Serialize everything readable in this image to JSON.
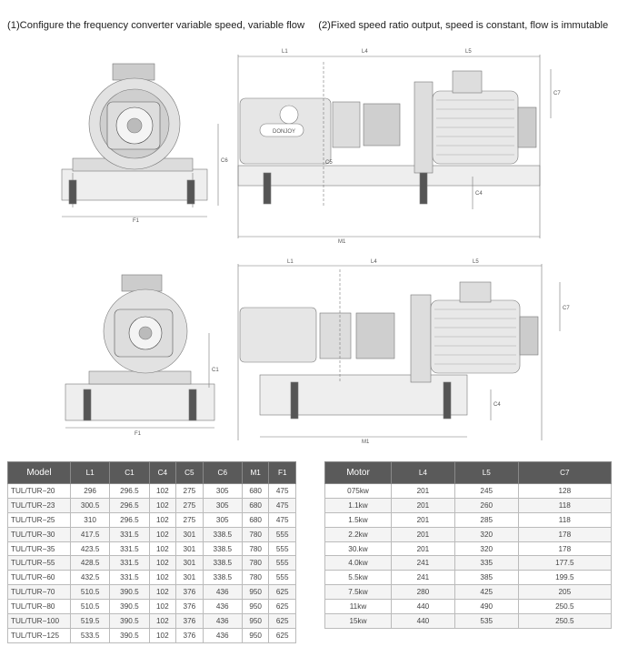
{
  "captions": [
    "(1)Configure the frequency converter variable speed, variable flow",
    "(2)Fixed speed ratio output, speed is constant, flow is immutable"
  ],
  "drawing_top": {
    "dims": {
      "L1": "L1",
      "L4": "L4",
      "L5": "L5",
      "C7": "C7",
      "C6": "C6",
      "C5": "C5",
      "C4": "C4",
      "F1": "F1",
      "M1": "M1"
    },
    "brand": "DONJOY"
  },
  "drawing_bottom": {
    "dims": {
      "L1": "L1",
      "L4": "L4",
      "L5": "L5",
      "C7": "C7",
      "C1": "C1",
      "C4": "C4",
      "F1": "F1",
      "M1": "M1"
    }
  },
  "model_table": {
    "headers": [
      "Model",
      "L1",
      "C1",
      "C4",
      "C5",
      "C6",
      "M1",
      "F1"
    ],
    "rows": [
      [
        "TUL/TUR−20",
        "296",
        "296.5",
        "102",
        "275",
        "305",
        "680",
        "475"
      ],
      [
        "TUL/TUR−23",
        "300.5",
        "296.5",
        "102",
        "275",
        "305",
        "680",
        "475"
      ],
      [
        "TUL/TUR−25",
        "310",
        "296.5",
        "102",
        "275",
        "305",
        "680",
        "475"
      ],
      [
        "TUL/TUR−30",
        "417.5",
        "331.5",
        "102",
        "301",
        "338.5",
        "780",
        "555"
      ],
      [
        "TUL/TUR−35",
        "423.5",
        "331.5",
        "102",
        "301",
        "338.5",
        "780",
        "555"
      ],
      [
        "TUL/TUR−55",
        "428.5",
        "331.5",
        "102",
        "301",
        "338.5",
        "780",
        "555"
      ],
      [
        "TUL/TUR−60",
        "432.5",
        "331.5",
        "102",
        "301",
        "338.5",
        "780",
        "555"
      ],
      [
        "TUL/TUR−70",
        "510.5",
        "390.5",
        "102",
        "376",
        "436",
        "950",
        "625"
      ],
      [
        "TUL/TUR−80",
        "510.5",
        "390.5",
        "102",
        "376",
        "436",
        "950",
        "625"
      ],
      [
        "TUL/TUR−100",
        "519.5",
        "390.5",
        "102",
        "376",
        "436",
        "950",
        "625"
      ],
      [
        "TUL/TUR−125",
        "533.5",
        "390.5",
        "102",
        "376",
        "436",
        "950",
        "625"
      ]
    ]
  },
  "motor_table": {
    "headers": [
      "Motor",
      "L4",
      "L5",
      "C7"
    ],
    "rows": [
      [
        "075kw",
        "201",
        "245",
        "128"
      ],
      [
        "1.1kw",
        "201",
        "260",
        "118"
      ],
      [
        "1.5kw",
        "201",
        "285",
        "118"
      ],
      [
        "2.2kw",
        "201",
        "320",
        "178"
      ],
      [
        "30.kw",
        "201",
        "320",
        "178"
      ],
      [
        "4.0kw",
        "241",
        "335",
        "177.5"
      ],
      [
        "5.5kw",
        "241",
        "385",
        "199.5"
      ],
      [
        "7.5kw",
        "280",
        "425",
        "205"
      ],
      [
        "11kw",
        "440",
        "490",
        "250.5"
      ],
      [
        "15kw",
        "440",
        "535",
        "250.5"
      ]
    ]
  }
}
